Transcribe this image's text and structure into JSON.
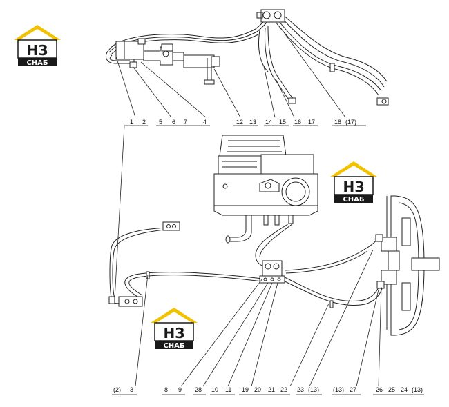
{
  "logo": {
    "top_text": "НЗ",
    "bottom_text": "СНАБ",
    "colors": {
      "roof": "#f2c200",
      "dark": "#1a1a1a",
      "light": "#ffffff"
    }
  },
  "labels": {
    "l1": "1",
    "l2": "2",
    "l3": "5",
    "l4": "6",
    "l5": "7",
    "l6": "4",
    "l7": "12",
    "l8": "13",
    "l9": "14",
    "l10": "15",
    "l11": "16",
    "l12": "17",
    "l13": "18",
    "l14": "(17)",
    "b1": "(2)",
    "b2": "3",
    "b3": "8",
    "b4": "9",
    "b5": "28",
    "b6": "10",
    "b7": "11",
    "b8": "19",
    "b9": "20",
    "b10": "21",
    "b11": "22",
    "b12": "23",
    "b13": "(13)",
    "b14": "(13)",
    "b15": "27",
    "b16": "26",
    "b17": "25",
    "b18": "24",
    "b19": "(13)"
  }
}
